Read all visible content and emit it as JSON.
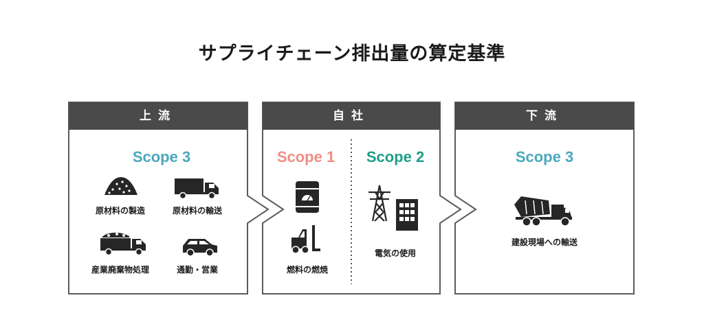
{
  "title": "サプライチェーン排出量の算定基準",
  "colors": {
    "header_bg": "#4a4a4a",
    "panel_border": "#5a5a5a",
    "scope3": "#4aa8bd",
    "scope1": "#ef8e82",
    "scope2": "#1f9e8a",
    "icon": "#262626"
  },
  "upstream": {
    "header": "上流",
    "scope": "Scope 3",
    "items": [
      {
        "label": "原材料の製造",
        "icon": "gravel-pile-icon"
      },
      {
        "label": "原材料の輸送",
        "icon": "dump-truck-icon"
      },
      {
        "label": "産業廃棄物処理",
        "icon": "waste-truck-icon"
      },
      {
        "label": "通勤・営業",
        "icon": "car-icon"
      }
    ]
  },
  "company": {
    "header": "自社",
    "scope1": "Scope 1",
    "scope2": "Scope 2",
    "scope1_label": "燃料の燃焼",
    "scope1_icons": [
      "boiler-icon",
      "forklift-icon"
    ],
    "scope2_label": "電気の使用",
    "scope2_icons": [
      "power-tower-icon",
      "building-icon"
    ]
  },
  "downstream": {
    "header": "下流",
    "scope": "Scope 3",
    "items": [
      {
        "label": "建設現場への輸送",
        "icon": "mixer-truck-icon"
      }
    ]
  }
}
